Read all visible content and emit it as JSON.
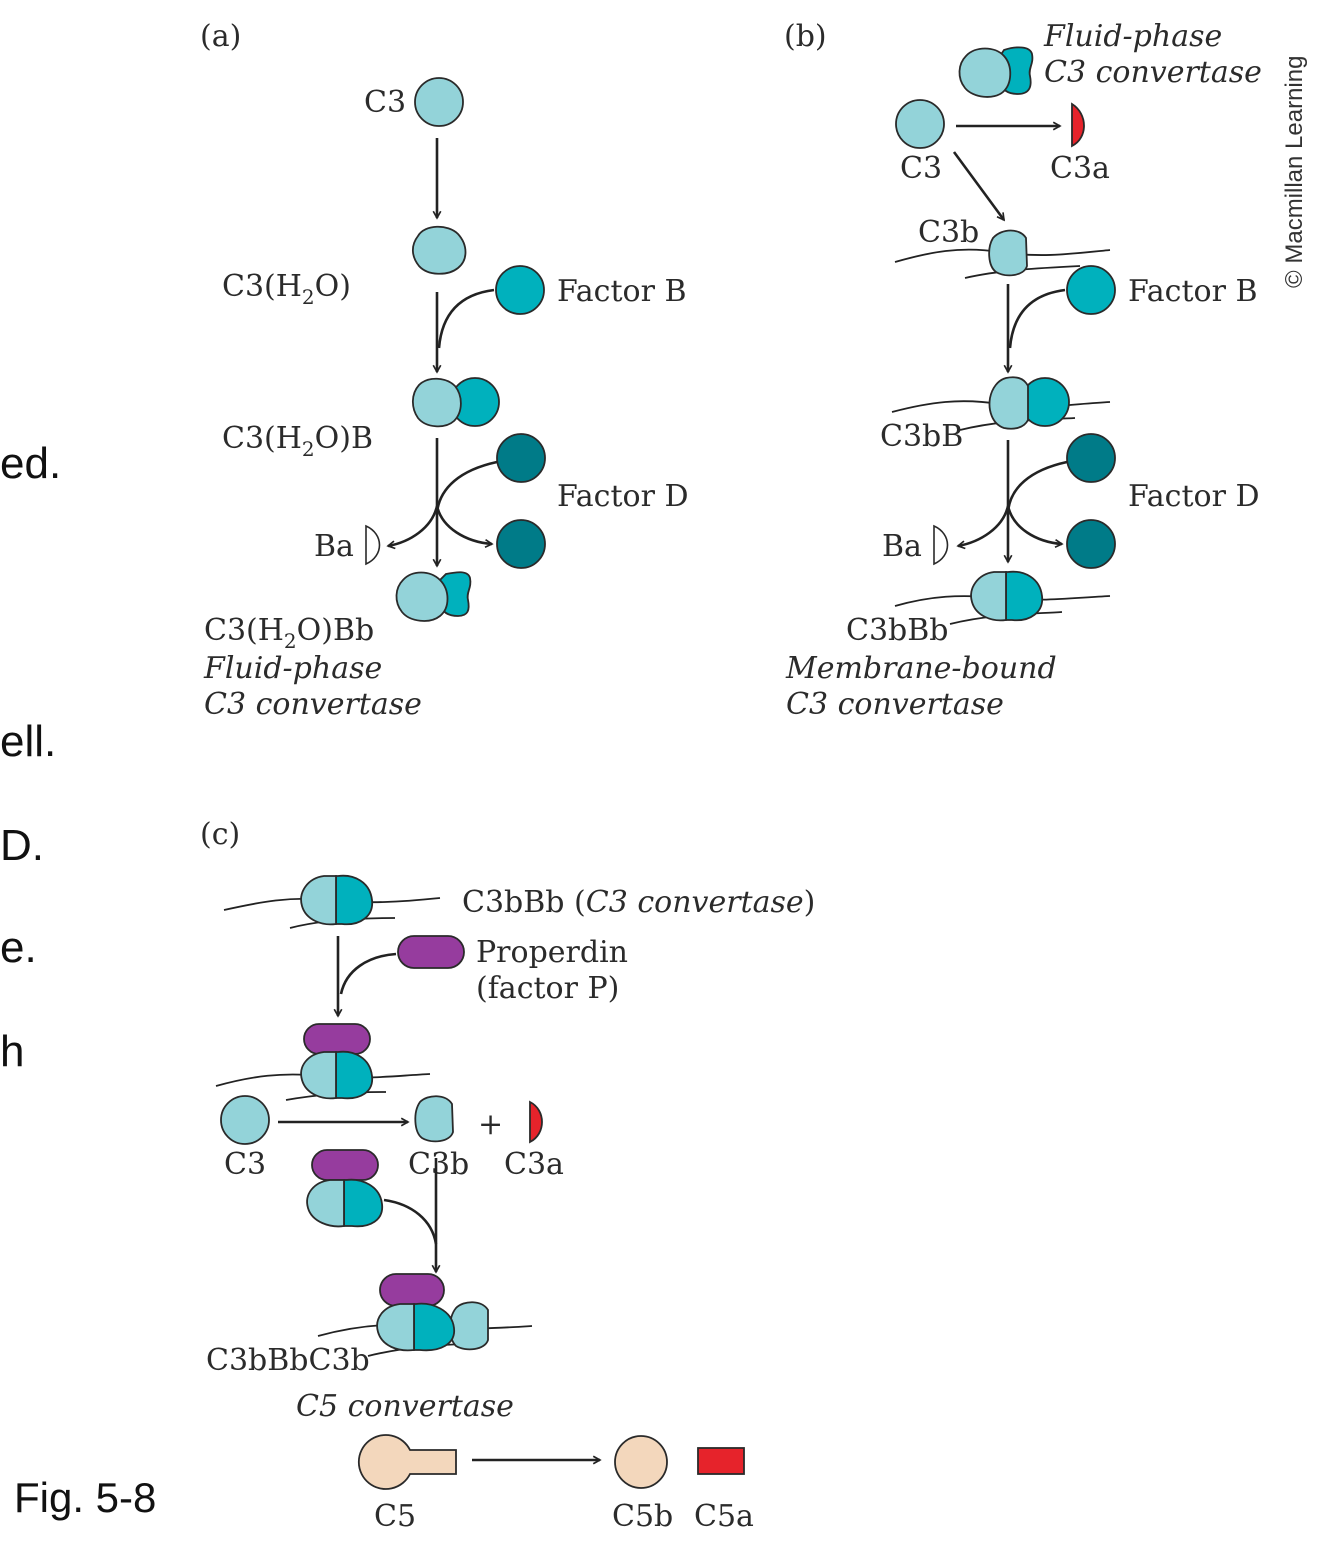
{
  "colors": {
    "c3": "#93d3d9",
    "factor_b": "#00b1bd",
    "factor_d": "#007b88",
    "c3a": "#e6232b",
    "properdin": "#963c9e",
    "c5": "#f3d7bc",
    "c5a": "#e6232b"
  },
  "side_fragments": [
    "ed.",
    "ell.",
    "D.",
    "e.",
    "h"
  ],
  "figure_label": "Fig. 5-8",
  "credit": "© Macmillan Learning",
  "panel_a": {
    "tag": "(a)",
    "c3": "C3",
    "c3h2o": {
      "pre": "C3(H",
      "sub": "2",
      "post": "O)"
    },
    "factor_b": "Factor B",
    "c3h2ob": {
      "pre": "C3(H",
      "sub": "2",
      "post": "O)B"
    },
    "factor_d": "Factor D",
    "ba": "Ba",
    "c3h2obb": {
      "pre": "C3(H",
      "sub": "2",
      "post": "O)Bb"
    },
    "caption_line1": "Fluid-phase",
    "caption_line2": "C3 convertase"
  },
  "panel_b": {
    "tag": "(b)",
    "fluid_line1": "Fluid-phase",
    "fluid_line2": "C3 convertase",
    "c3": "C3",
    "c3a": "C3a",
    "c3b": "C3b",
    "factor_b": "Factor B",
    "c3bb": "C3bB",
    "factor_d": "Factor D",
    "ba": "Ba",
    "c3bbb": "C3bBb",
    "caption_line1": "Membrane-bound",
    "caption_line2": "C3 convertase"
  },
  "panel_c": {
    "tag": "(c)",
    "c3bbb_pre": "C3bBb (",
    "c3bbb_italic": "C3 convertase",
    "c3bbb_post": ")",
    "properdin_line1": "Properdin",
    "properdin_line2": "(factor P)",
    "c3": "C3",
    "plus": "+",
    "c3b": "C3b",
    "c3a": "C3a",
    "c3bbbc3b": "C3bBbC3b",
    "c5_convertase": "C5 convertase",
    "c5": "C5",
    "c5b": "C5b",
    "c5a": "C5a"
  }
}
